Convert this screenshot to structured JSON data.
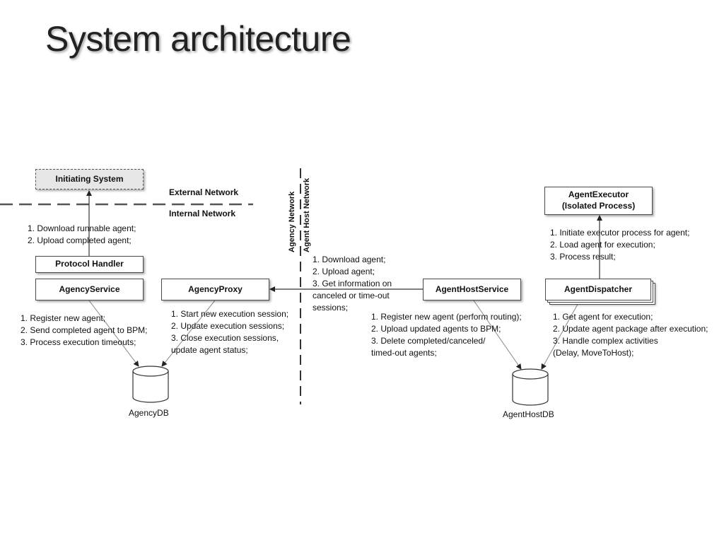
{
  "slide": {
    "title": "System architecture"
  },
  "networks": {
    "external": "External Network",
    "internal": "Internal Network",
    "agency": "Agency Network",
    "agent_host": "Agent Host Network"
  },
  "boxes": {
    "initiating_system": "Initiating System",
    "protocol_handler": "Protocol Handler",
    "agency_service": "AgencyService",
    "agency_proxy": "AgencyProxy",
    "agent_host_service": "AgentHostService",
    "agent_dispatcher": "AgentDispatcher",
    "agent_executor_line1": "AgentExecutor",
    "agent_executor_line2": "(Isolated Process)"
  },
  "databases": {
    "agency_db": "AgencyDB",
    "agent_host_db": "AgentHostDB"
  },
  "notes": {
    "initiating": [
      "1. Download runnable agent;",
      "2. Upload completed agent;"
    ],
    "agency_service": [
      "1. Register new agent;",
      "2. Send completed agent to BPM;",
      "3. Process execution timeouts;"
    ],
    "agency_proxy": [
      "1. Start new execution session;",
      "2. Update execution sessions;",
      "3. Close execution sessions,",
      "update agent status;"
    ],
    "cross_network": [
      "1. Download agent;",
      "2. Upload agent;",
      "3. Get information on",
      "canceled or time-out",
      "sessions;"
    ],
    "agent_host_service": [
      "1. Register new agent (perform routing);",
      "2. Upload updated agents to BPM;",
      "3. Delete completed/canceled/",
      "timed-out agents;"
    ],
    "agent_executor": [
      "1. Initiate executor process for agent;",
      "2. Load agent for execution;",
      "3. Process result;"
    ],
    "agent_dispatcher": [
      "1. Get agent for execution;",
      "2. Update agent package after execution;",
      "3. Handle complex activities",
      "(Delay, MoveToHost);"
    ]
  }
}
